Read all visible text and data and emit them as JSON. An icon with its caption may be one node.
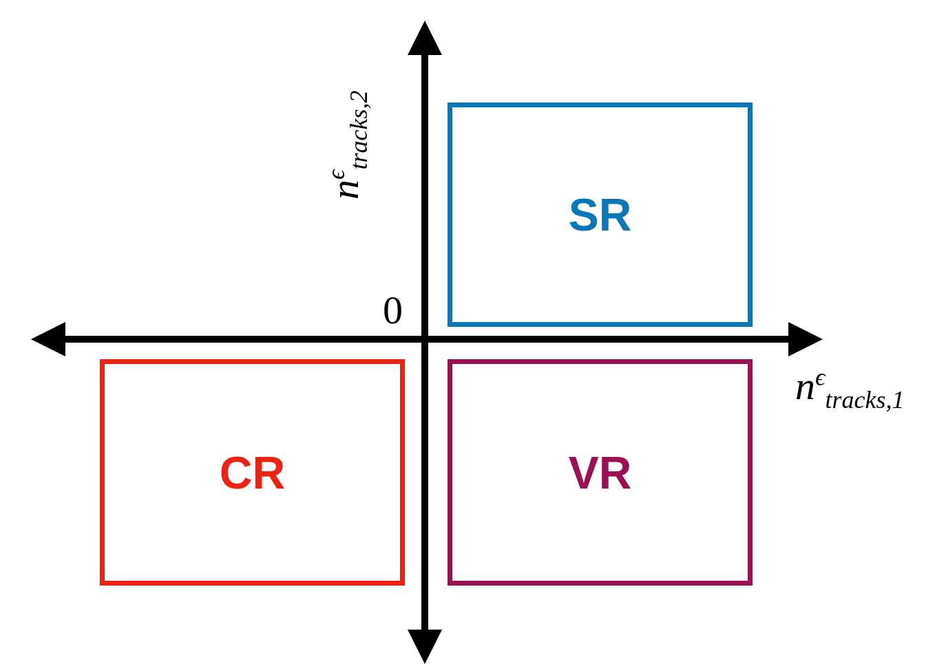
{
  "diagram": {
    "nodes": [
      {
        "text": [
          "SR"
        ]
      },
      {
        "text": [
          "CR"
        ]
      },
      {
        "text": [
          "VR"
        ]
      }
    ],
    "edges": [],
    "labels": [
      "n$^{ϵ}$$_{tracks,2}$",
      "0",
      "n$^{ϵ}$$_{tracks,1}$"
    ]
  }
}
